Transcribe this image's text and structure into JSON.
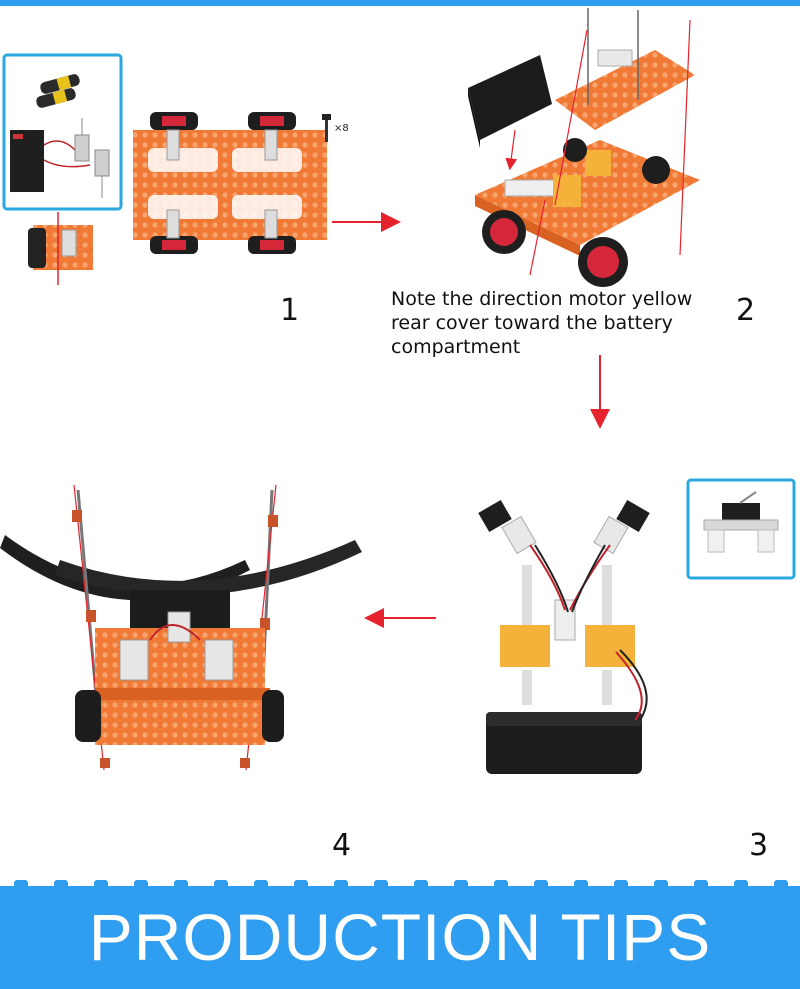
{
  "steps": [
    {
      "number": "1"
    },
    {
      "number": "2",
      "note": "Note the direction motor yellow rear cover toward the battery compartment"
    },
    {
      "number": "3"
    },
    {
      "number": "4"
    }
  ],
  "parts": {
    "screw_quantity": "×8"
  },
  "footer": {
    "title": "PRODUCTION TIPS"
  },
  "colors": {
    "accent_blue": "#2f9df0",
    "frame_orange": "#f07a35",
    "motor_yellow": "#f4b23a",
    "wheel_red": "#d4283a",
    "arrow_red": "#e5232c"
  }
}
